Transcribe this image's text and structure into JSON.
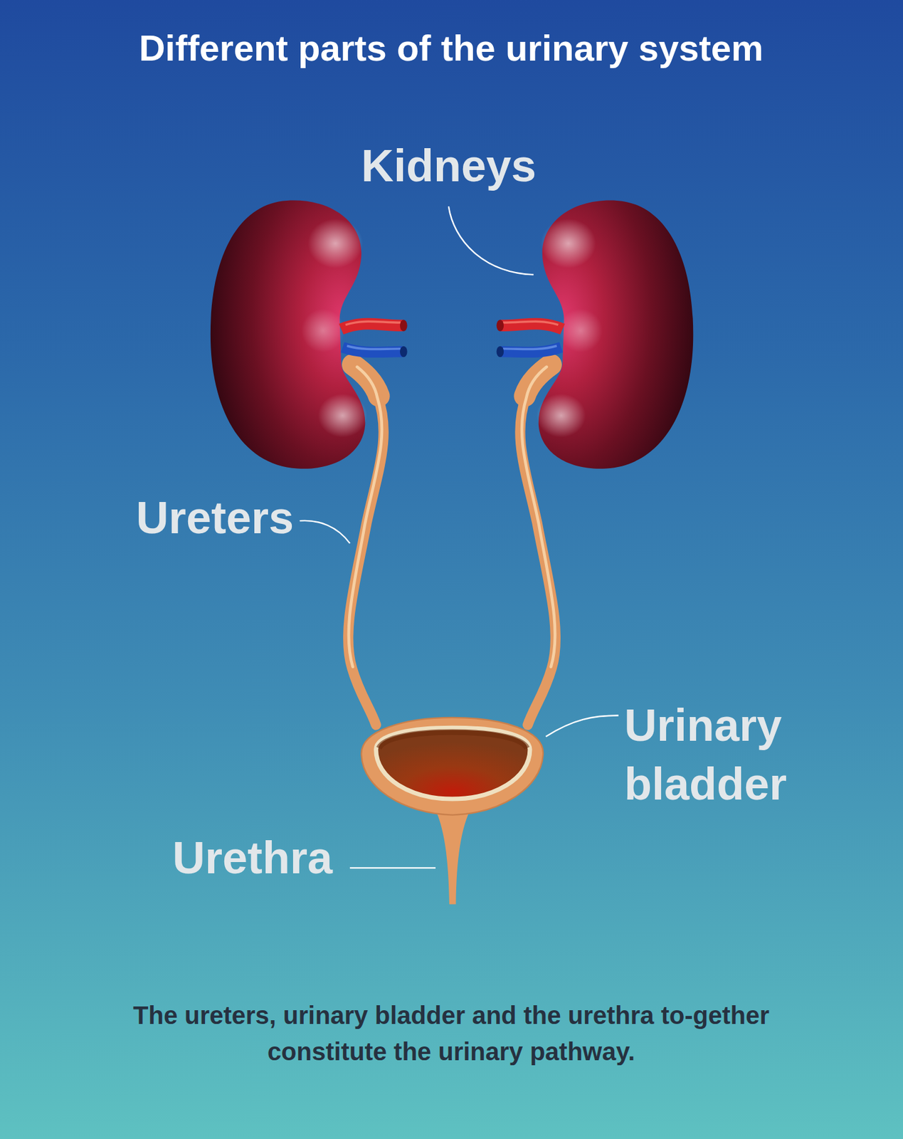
{
  "diagram": {
    "title": "Different parts of the urinary system",
    "caption": "The ureters, urinary bladder and the urethra to-gether constitute the urinary pathway.",
    "labels": [
      "Kidneys",
      "Ureters",
      "Urinary bladder",
      "Urethra"
    ]
  }
}
